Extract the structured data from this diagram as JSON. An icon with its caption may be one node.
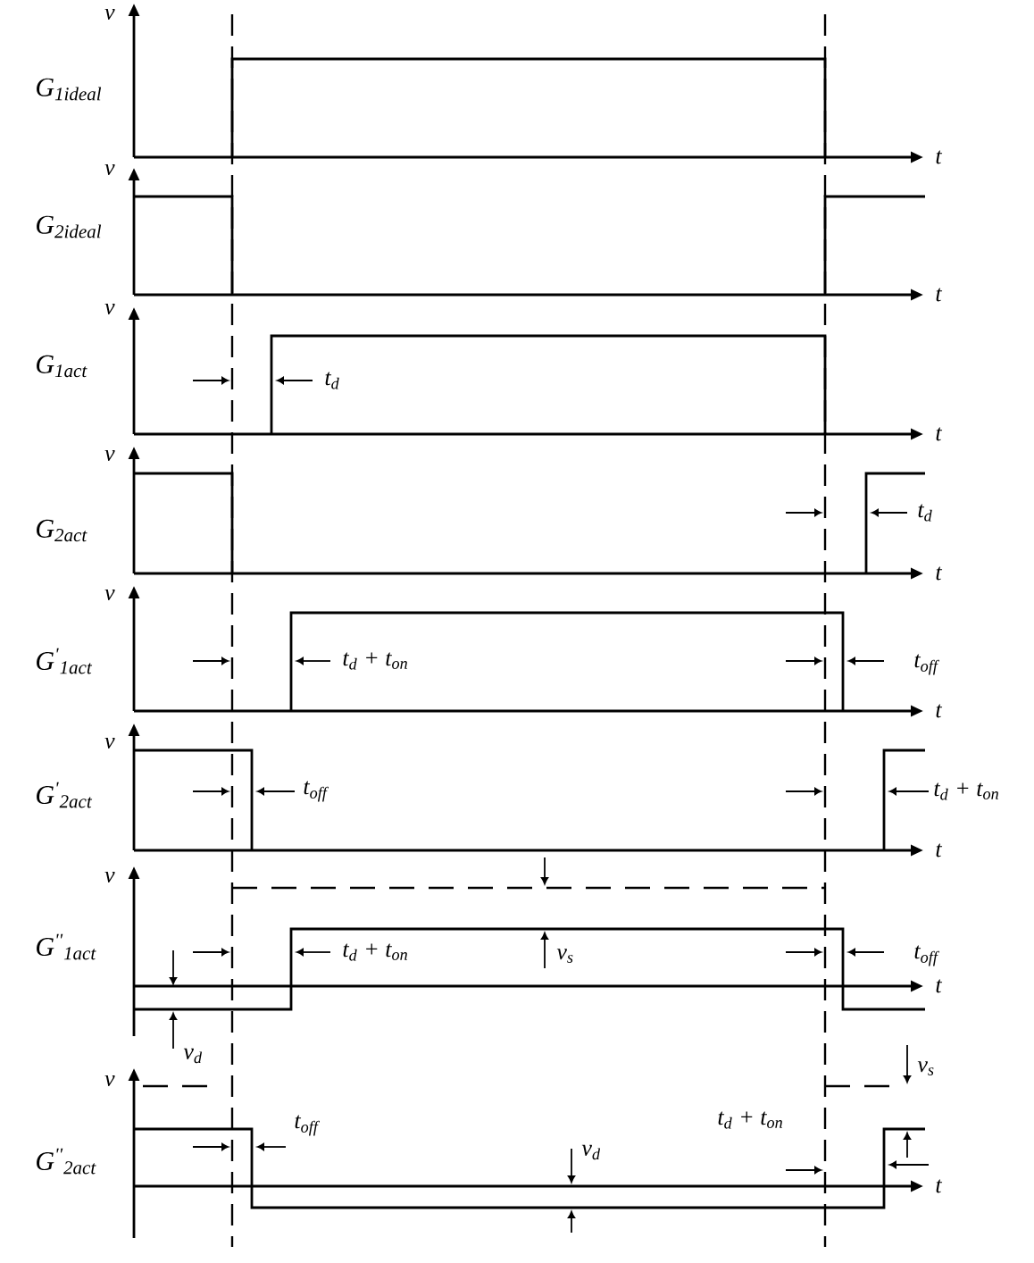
{
  "diagram": {
    "labels": [
      "v",
      "G$_{1ideal}$",
      "t",
      "v",
      "G$_{2ideal}$",
      "t",
      "v",
      "G$_{1act}$",
      "t$_{d}$",
      "t",
      "v",
      "G$_{2act}$",
      "t$_{d}$",
      "t",
      "v",
      "G$^{'}$$_{1act}$",
      "t$_{d}$ + t$_{on}$",
      "t$_{off}$",
      "t",
      "v",
      "G$^{'}$$_{2act}$",
      "t$_{off}$",
      "t$_{d}$ + t$_{on}$",
      "t",
      "v",
      "G$^{''}$$_{1act}$",
      "t$_{d}$ + t$_{on}$",
      "v$_{s}$",
      "t$_{off}$",
      "t",
      "v$_{d}$",
      "v",
      "v$_{s}$",
      "G$^{''}$$_{2act}$",
      "t$_{off}$",
      "t$_{d}$ + t$_{on}$",
      "v$_{d}$",
      "t"
    ]
  }
}
